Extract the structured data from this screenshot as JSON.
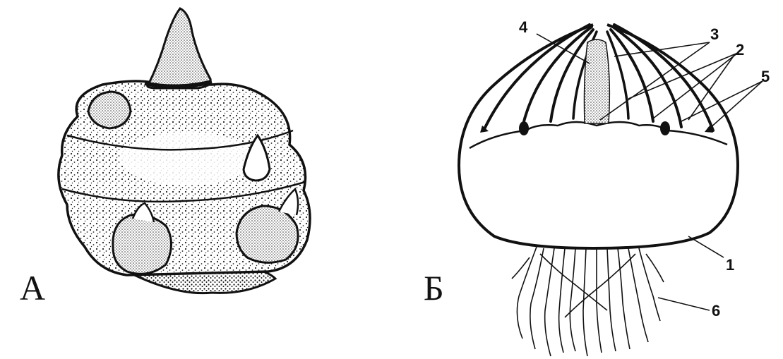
{
  "panels": [
    {
      "letter": "А"
    },
    {
      "letter": "Б"
    }
  ],
  "callouts": [
    {
      "label": "1"
    },
    {
      "label": "2"
    },
    {
      "label": "3"
    },
    {
      "label": "4"
    },
    {
      "label": "5"
    },
    {
      "label": "6"
    }
  ],
  "ink_color": "#111111",
  "background_color": "#ffffff"
}
